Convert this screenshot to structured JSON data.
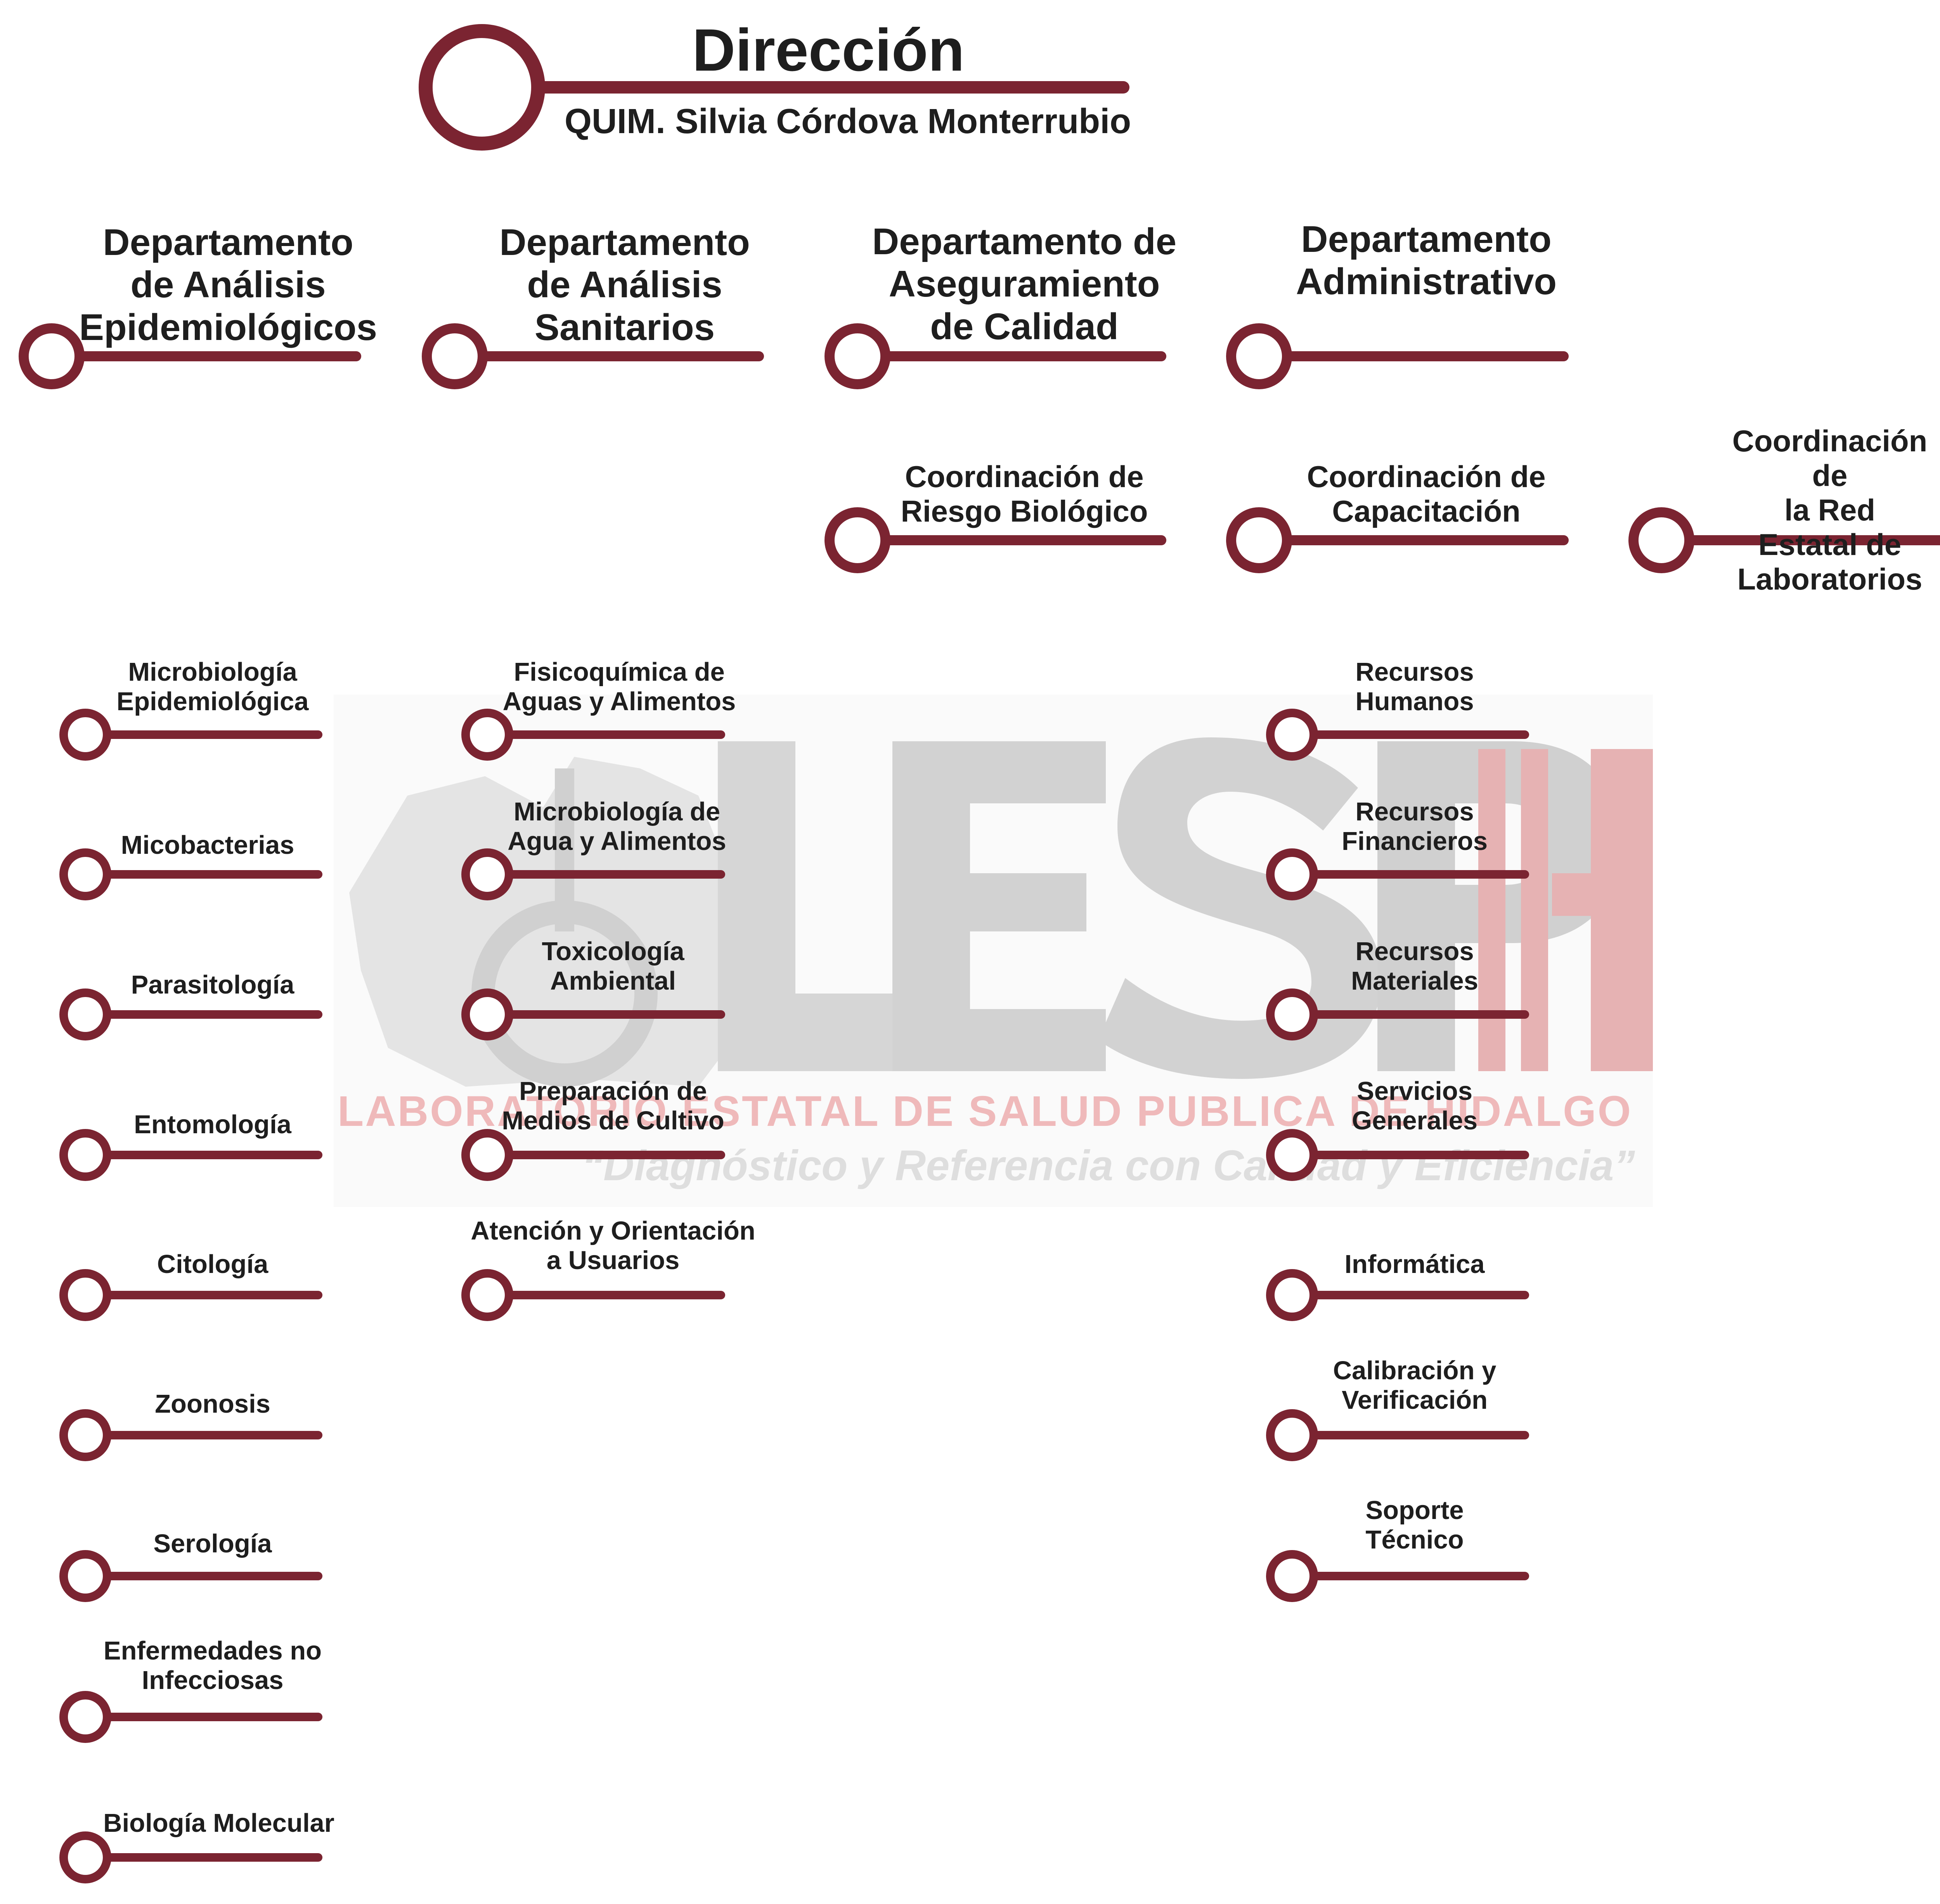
{
  "colors": {
    "node": "#7b2431",
    "watermark_gray": "#dedede",
    "watermark_red": "#e6b2b3",
    "text": "#1e1e1e"
  },
  "direction": {
    "title": "Dirección",
    "name": "QUIM. Silvia Córdova Monterrubio"
  },
  "departments": [
    "Departamento\nde Análisis\nEpidemiológicos",
    "Departamento\nde Análisis\nSanitarios",
    "Departamento de\nAseguramiento\nde Calidad",
    "Departamento\nAdministrativo"
  ],
  "coordinations": [
    "Coordinación de\nRiesgo Biológico",
    "Coordinación de\nCapacitación",
    "Coordinación de\nla Red Estatal de\nLaboratorios"
  ],
  "epidemiological_units": [
    "Microbiología\nEpidemiológica",
    "Micobacterias",
    "Parasitología",
    "Entomología",
    "Citología",
    "Zoonosis",
    "Serología",
    "Enfermedades no\nInfecciosas",
    "Biología Molecular"
  ],
  "sanitary_units": [
    "Fisicoquímica de\nAguas y Alimentos",
    "Microbiología de\nAgua y Alimentos",
    "Toxicología\nAmbiental",
    "Preparación de\nMedios de Cultivo",
    "Atención y Orientación\na Usuarios"
  ],
  "administrative_units": [
    "Recursos\nHumanos",
    "Recursos\nFinancieros",
    "Recursos\nMateriales",
    "Servicios\nGenerales",
    "Informática",
    "Calibración y\nVerificación",
    "Soporte\nTécnico"
  ],
  "watermark": {
    "logo": "LESP",
    "name": "LABORATORIO ESTATAL DE SALUD PUBLICA DE HIDALGO",
    "slogan": "“Diagnóstico y Referencia con Calidad y Eficiencia”"
  }
}
